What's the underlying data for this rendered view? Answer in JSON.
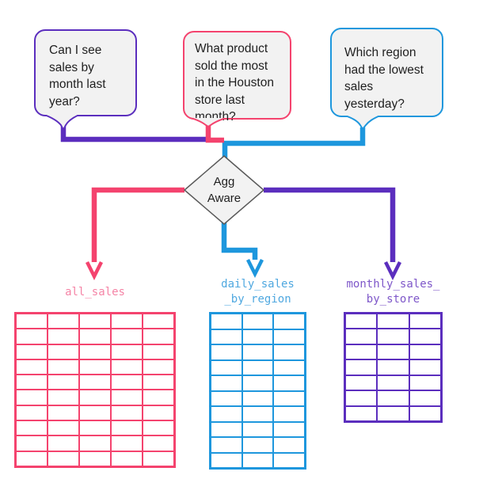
{
  "colors": {
    "purple": "#5B2EBE",
    "pink": "#F4436E",
    "blue": "#1E97DD",
    "purple_label": "#7E57C9",
    "pink_label": "#F584A6",
    "blue_label": "#4FA8E0",
    "shape_fill": "#F2F2F2",
    "shape_stroke": "#595959",
    "text": "#1F1F1F"
  },
  "bubbles": [
    {
      "name": "question-sales-by-month",
      "lines": [
        "Can I see",
        "sales by",
        "month last",
        "year?"
      ]
    },
    {
      "name": "question-product-most-sold",
      "lines": [
        "What product",
        "sold the most",
        "in the Houston",
        "store last",
        "month?"
      ]
    },
    {
      "name": "question-lowest-region",
      "lines": [
        "Which region",
        "had the lowest",
        "sales",
        "yesterday?"
      ]
    }
  ],
  "diamond": {
    "line1": "Agg",
    "line2": "Aware"
  },
  "tables": [
    {
      "name": "all-sales-table",
      "label_lines": [
        "all_sales"
      ],
      "rows": 10,
      "cols": 5,
      "color": "pink",
      "label_color": "pink_label"
    },
    {
      "name": "daily-sales-by-region-table",
      "label_lines": [
        "daily_sales",
        "_by_region"
      ],
      "rows": 10,
      "cols": 3,
      "color": "blue",
      "label_color": "blue_label"
    },
    {
      "name": "monthly-sales-by-store-table",
      "label_lines": [
        "monthly_sales_",
        "by_store"
      ],
      "rows": 7,
      "cols": 3,
      "color": "purple",
      "label_color": "purple_label"
    }
  ]
}
